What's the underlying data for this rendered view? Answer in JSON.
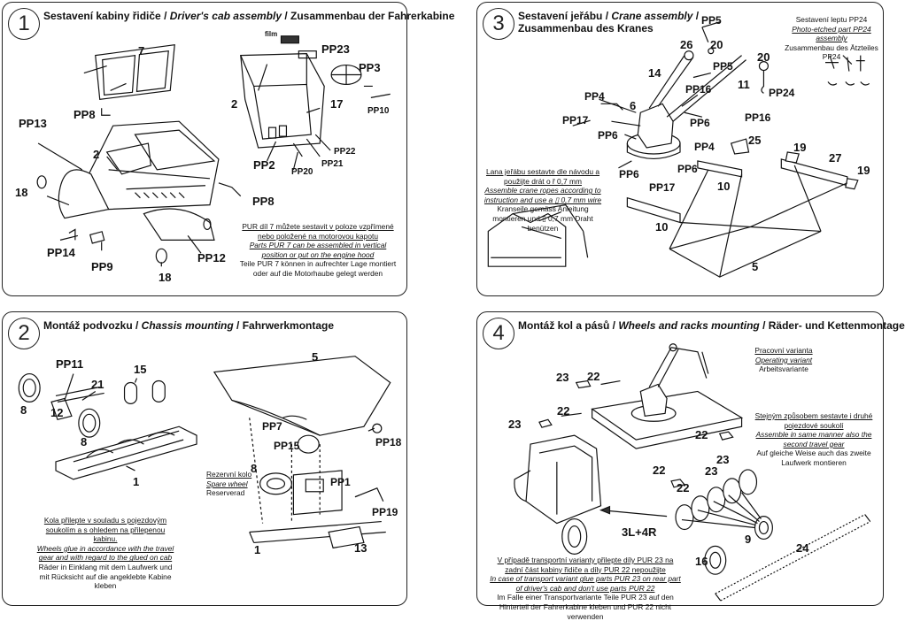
{
  "step1": {
    "number": "1",
    "title_cz": "Sestavení kabiny řidiče / ",
    "title_en": "Driver's cab assembly",
    "title_de": " / Zusammenbau der Fahrerkabine",
    "labels": [
      "7",
      "PP8",
      "PP13",
      "2",
      "18",
      "PP14",
      "PP9",
      "18",
      "PP12",
      "PP23",
      "film",
      "PP3",
      "2",
      "17",
      "PP10",
      "PP2",
      "PP20",
      "PP21",
      "PP22",
      "PP8"
    ],
    "note_cz": "PUR díl 7 můžete sestavit v poloze vzpřímené nebo položené na motorovou kapotu",
    "note_en": "Parts PUR 7 can be assembled in vertical position or put on the engine hood",
    "note_de": "Teile PUR 7 können in aufrechter Lage montiert oder auf die Motorhaube gelegt  werden"
  },
  "step3": {
    "number": "3",
    "title_cz": "Sestavení jeřábu / ",
    "title_en": "Crane assembly",
    "title_de": " / Zusammenbau des Kranes",
    "labels": [
      "PP5",
      "26",
      "20",
      "PP5",
      "20",
      "14",
      "11",
      "PP24",
      "PP4",
      "6",
      "PP16",
      "PP16",
      "PP17",
      "PP6",
      "PP6",
      "PP4",
      "25",
      "19",
      "27",
      "19",
      "PP6",
      "PP6",
      "PP17",
      "10",
      "10",
      "5"
    ],
    "side_cz": "Sestavení leptu PP24",
    "side_en": "Photo-etched part PP24 assembly",
    "side_de": "Zusammenbau des Ätzteiles PP24",
    "note_cz": "Lana jeřábu sestavte dle návodu a použijte drát o ř 0,7 mm",
    "note_en": "Assemble crane ropes according to instruction and use a ▯ 0,7 mm wire",
    "note_de": "Kranseile gemäss Anleitung montieren und ▯ 0,7 mm Draht benützen"
  },
  "step2": {
    "number": "2",
    "title_cz": "Montáž podvozku / ",
    "title_en": "Chassis mounting",
    "title_de": " / Fahrwerkmontage",
    "labels": [
      "PP11",
      "15",
      "21",
      "8",
      "12",
      "8",
      "1",
      "5",
      "PP7",
      "PP15",
      "PP18",
      "8",
      "PP1",
      "PP19",
      "1",
      "13"
    ],
    "spare_cz": "Rezervní kolo",
    "spare_en": "Spare wheel",
    "spare_de": "Reserverad",
    "note_cz": "Kola přilepte v souladu s pojezdovým soukolím a s ohledem na přilepenou kabinu.",
    "note_en": "Wheels glue in accordance with the travel gear and with regard to the glued on cab",
    "note_de": "Räder in Einklang mit dem Laufwerk und mit Rücksicht auf die angeklebte Kabine kleben"
  },
  "step4": {
    "number": "4",
    "title_cz": "Montáž kol a pásů / ",
    "title_en": "Wheels and racks mounting",
    "title_de": " / Räder- und Kettenmontage",
    "labels": [
      "23",
      "22",
      "22",
      "23",
      "22",
      "23",
      "22",
      "22",
      "23",
      "3L+4R",
      "16",
      "9",
      "24"
    ],
    "work_cz": "Pracovní varianta",
    "work_en": "Operating variant",
    "work_de": "Arbeitsvariante",
    "same_cz": "Stejným způsobem sestavte i druhé pojezdové soukolí",
    "same_en": "Assemble in same manner also the second travel gear",
    "same_de": "Auf gleiche Weise auch das zweite Laufwerk montieren",
    "note_cz": "V případě transportní varianty přilepte díly PUR 23 na zadní část kabiny řidiče a díly PUR 22 nepoužijte",
    "note_en": "In case of transport variant glue parts PUR 23 on rear part of driver's cab and don't use parts PUR 22",
    "note_de": "Im Falle einer Transportvariante Teile PUR 23 auf den Hinterteil der Fahrerkabine kleben und PUR 22 nicht verwenden"
  }
}
